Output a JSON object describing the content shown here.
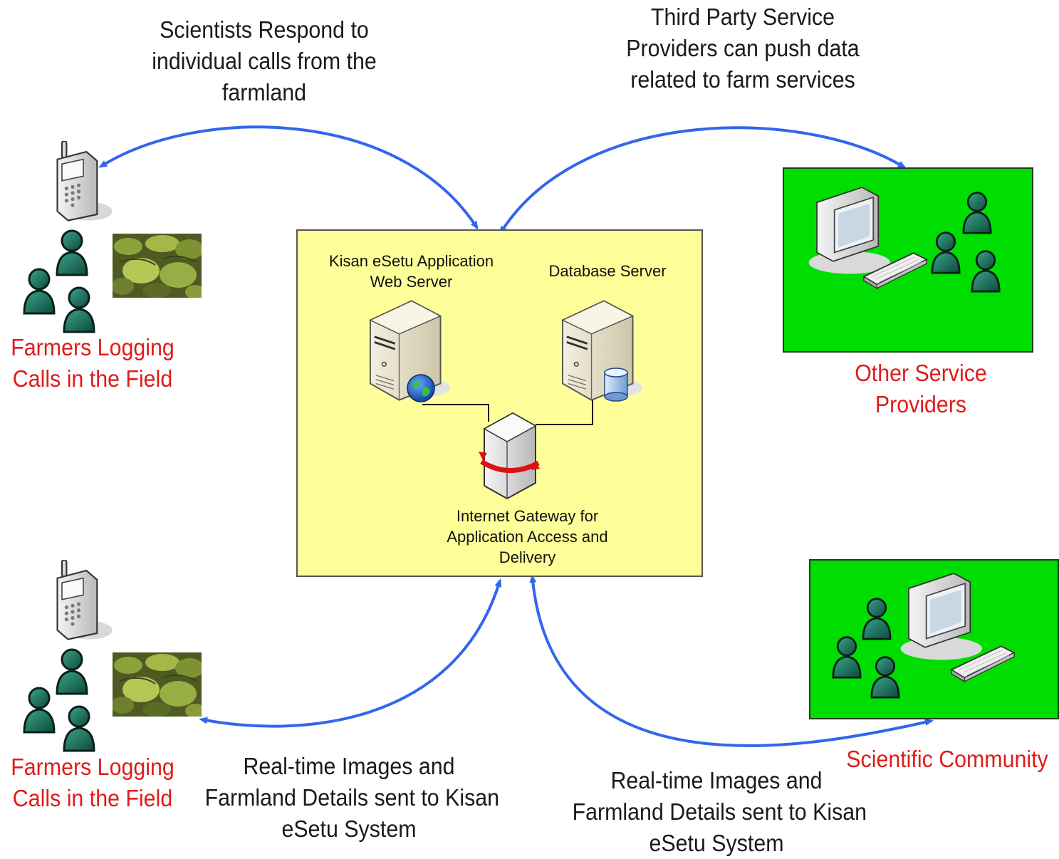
{
  "captions": {
    "top_left": [
      "Scientists Respond to",
      "individual calls from the",
      "farmland"
    ],
    "top_right": [
      "Third Party Service",
      "Providers can push data",
      "related to farm services"
    ],
    "bottom_left": [
      "Real-time Images and",
      "Farmland Details sent to Kisan",
      "eSetu System"
    ],
    "bottom_right": [
      "Real-time Images and",
      "Farmland Details sent to Kisan",
      "eSetu System"
    ]
  },
  "farmers": {
    "top_label": [
      "Farmers Logging",
      "Calls in the Field"
    ],
    "bottom_label": [
      "Farmers Logging",
      "Calls in the Field"
    ]
  },
  "center": {
    "web_server_label": [
      "Kisan eSetu Application",
      "Web Server"
    ],
    "db_server_label": "Database Server",
    "gateway_label": [
      "Internet Gateway for",
      "Application Access and",
      "Delivery"
    ]
  },
  "service_providers": {
    "label": [
      "Other Service",
      "Providers"
    ]
  },
  "scientific_community": {
    "label": "Scientific Community"
  },
  "colors": {
    "arrow": "#3366ee",
    "label_red": "#e01b1b",
    "center_fill": "#ffff99",
    "green_fill": "#00dd00",
    "person_fill": "#1a6b5a"
  },
  "icons": {
    "phone": "mobile-phone-icon",
    "person": "user-icon",
    "server": "server-icon",
    "globe": "globe-icon",
    "database": "database-icon",
    "gateway": "gateway-router-icon",
    "monitor": "monitor-icon",
    "keyboard": "keyboard-icon",
    "photo": "crop-field-photo"
  }
}
